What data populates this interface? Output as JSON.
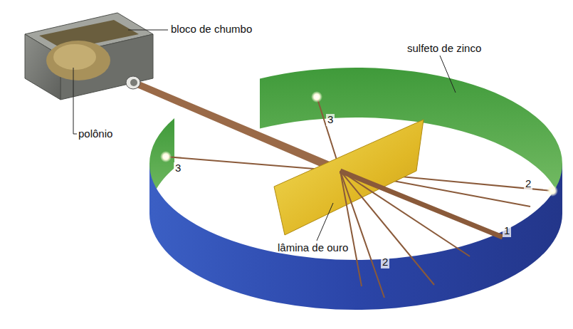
{
  "diagram": {
    "labels": [
      "bloco de chumbo",
      "polônio",
      "sulfeto de zinco",
      "lâmina de ouro",
      "3",
      "3",
      "2",
      "2",
      "1"
    ]
  }
}
